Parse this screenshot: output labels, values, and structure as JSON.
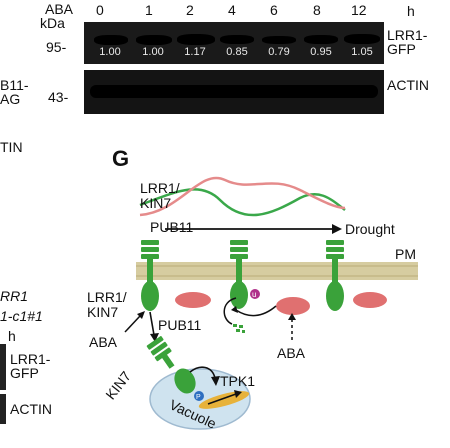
{
  "top_blot": {
    "treatment_label": "ABA",
    "unit": "h",
    "mw_unit": "kDa",
    "timepoints": [
      "0",
      "1",
      "2",
      "4",
      "6",
      "8",
      "12"
    ],
    "mw_95": "95-",
    "mw_43": "43-",
    "protein_1_line1": "LRR1-",
    "protein_1_line2": "GFP",
    "protein_2": "ACTIN",
    "quant_values": [
      "1.00",
      "1.00",
      "1.17",
      "0.85",
      "0.79",
      "0.95",
      "1.05"
    ]
  },
  "left_cropped": {
    "pub11_line1": "B11-",
    "pub11_line2": "AG",
    "actin_text": "TIN",
    "lrr1_text": "RR1",
    "line_text": "1-c1#1",
    "h_text": "h",
    "lrr1gfp_line1": "LRR1-",
    "lrr1gfp_line2": "GFP",
    "actin2_text": "ACTIN"
  },
  "panel_g": {
    "panel_letter": "G",
    "curve_label_1_line1": "LRR1/",
    "curve_label_1_line2": "KIN7",
    "curve_label_2": "PUB11",
    "drought_label": "Drought",
    "pm_label": "PM",
    "receptor_label_line1": "LRR1/",
    "receptor_label_line2": "KIN7",
    "pub11_label": "PUB11",
    "aba_label_1": "ABA",
    "aba_label_2": "ABA",
    "kin7_label": "KIN7",
    "tpk1_label": "TPK1",
    "vacuole_label": "Vacuole",
    "ub_label": "u",
    "p_label": "P",
    "colors": {
      "green_curve": "#3aa84a",
      "red_curve": "#e58b8b",
      "receptor_green": "#3aa23a",
      "pub11_red": "#e07070",
      "vacuole_blue": "#cfe3ef",
      "tpk1_yellow": "#e7b23a",
      "ub_purple": "#b0308a",
      "p_blue": "#2f6fc0"
    }
  }
}
